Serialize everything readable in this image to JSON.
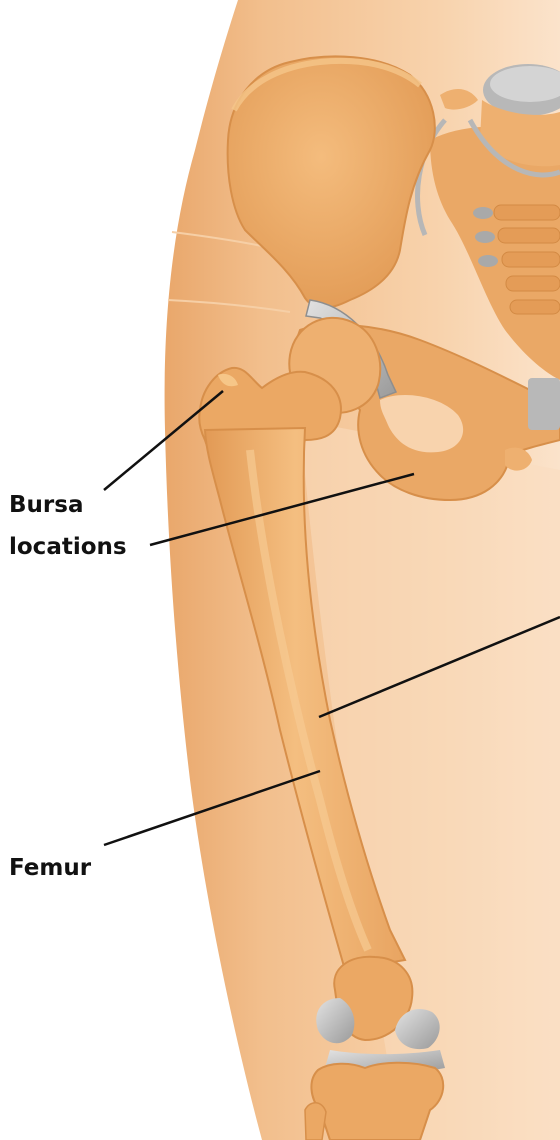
{
  "labels": {
    "bursa_line1": "Bursa",
    "bursa_line2": "locations",
    "femur": "Femur"
  },
  "colors": {
    "skin_light": "#f9d8b5",
    "skin_mid": "#f1bd8b",
    "skin_dark": "#e8a66a",
    "bone": "#eeae68",
    "bone_dark": "#d88f48",
    "bone_light": "#f6c688",
    "cartilage": "#c6c6c6",
    "cartilage_dark": "#8e8e8e",
    "leader_line": "#111111"
  }
}
